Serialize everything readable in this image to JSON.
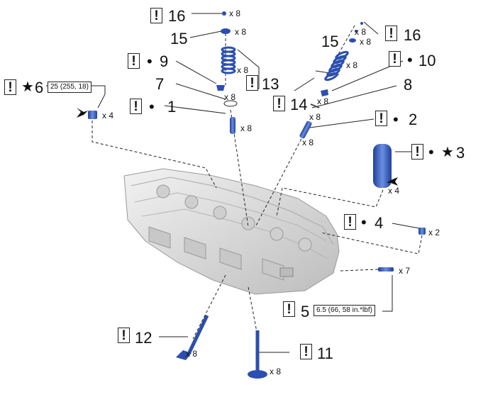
{
  "callouts": {
    "c1": "1",
    "c2": "2",
    "c3": "3",
    "c4": "4",
    "c5": "5",
    "c6": "6",
    "c7": "7",
    "c8": "8",
    "c9": "9",
    "c10": "10",
    "c11": "11",
    "c12": "12",
    "c13": "13",
    "c14": "14",
    "c15a": "15",
    "c15b": "15",
    "c16a": "16",
    "c16b": "16"
  },
  "quantities": {
    "q16a": "x 8",
    "q15a": "x 8",
    "q13": "x 8",
    "q9": "x 8",
    "q1": "x 8",
    "q6": "x 4",
    "q16b": "x 8",
    "q15b": "x 8",
    "q14": "x 8",
    "q10": "x 8",
    "q8": "x 8",
    "q2": "x 8",
    "q3": "x 4",
    "q4": "x 2",
    "q5": "x 7",
    "q12": "x 8",
    "q11": "x 8"
  },
  "torques": {
    "t6": "25 (255, 18)",
    "t5": "6.5 (66, 58 in.*lbf)"
  },
  "symbols": {
    "bang": "!",
    "dot": "•",
    "star": "★"
  },
  "colors": {
    "part_blue": "#2b4fae",
    "part_light": "#5b7fd6",
    "head_gray": "#dcdcdc",
    "line": "#222222"
  }
}
